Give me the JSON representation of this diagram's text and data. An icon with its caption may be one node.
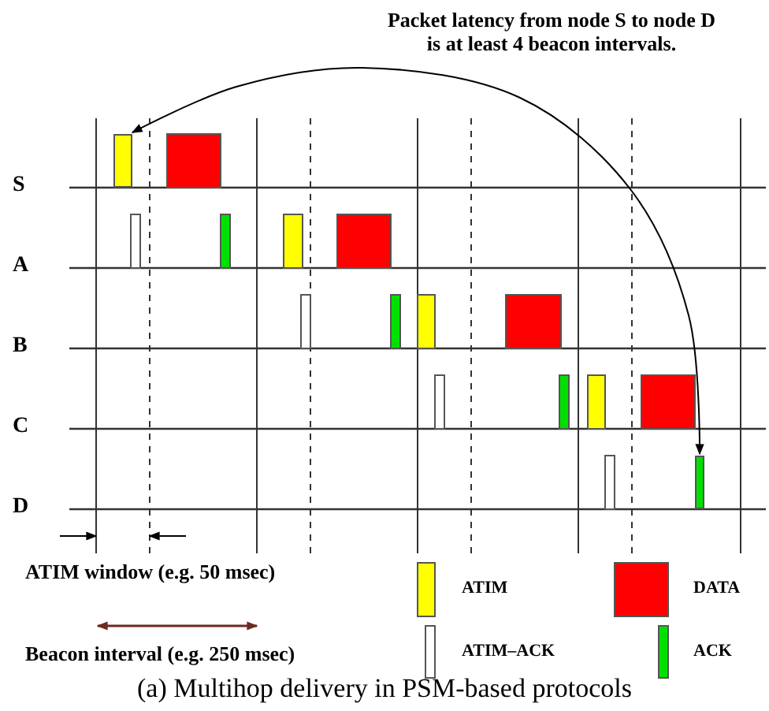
{
  "diagram": {
    "caption": "(a) Multihop delivery in PSM-based protocols",
    "nodes": [
      {
        "text": [],
        "shape": "bar"
      },
      {
        "text": [],
        "shape": "bar"
      }
    ],
    "edges": [
      {
        "from": 0,
        "to": 1,
        "arrow": "both",
        "label": "Packet latency from node S to node D is at least 4 beacon intervals."
      }
    ],
    "labels": [
      "S",
      "A",
      "B",
      "C",
      "D",
      "ATIM window (e.g. 50 msec)",
      "Beacon interval (e.g. 250 msec)"
    ],
    "legend": [
      {
        "text": "ATIM",
        "color": "#ffff00"
      },
      {
        "text": "DATA",
        "color": "#ff0000"
      },
      {
        "text": "ATIM–ACK",
        "color": "#ffffff"
      },
      {
        "text": "ACK",
        "color": "#00e000"
      }
    ]
  }
}
